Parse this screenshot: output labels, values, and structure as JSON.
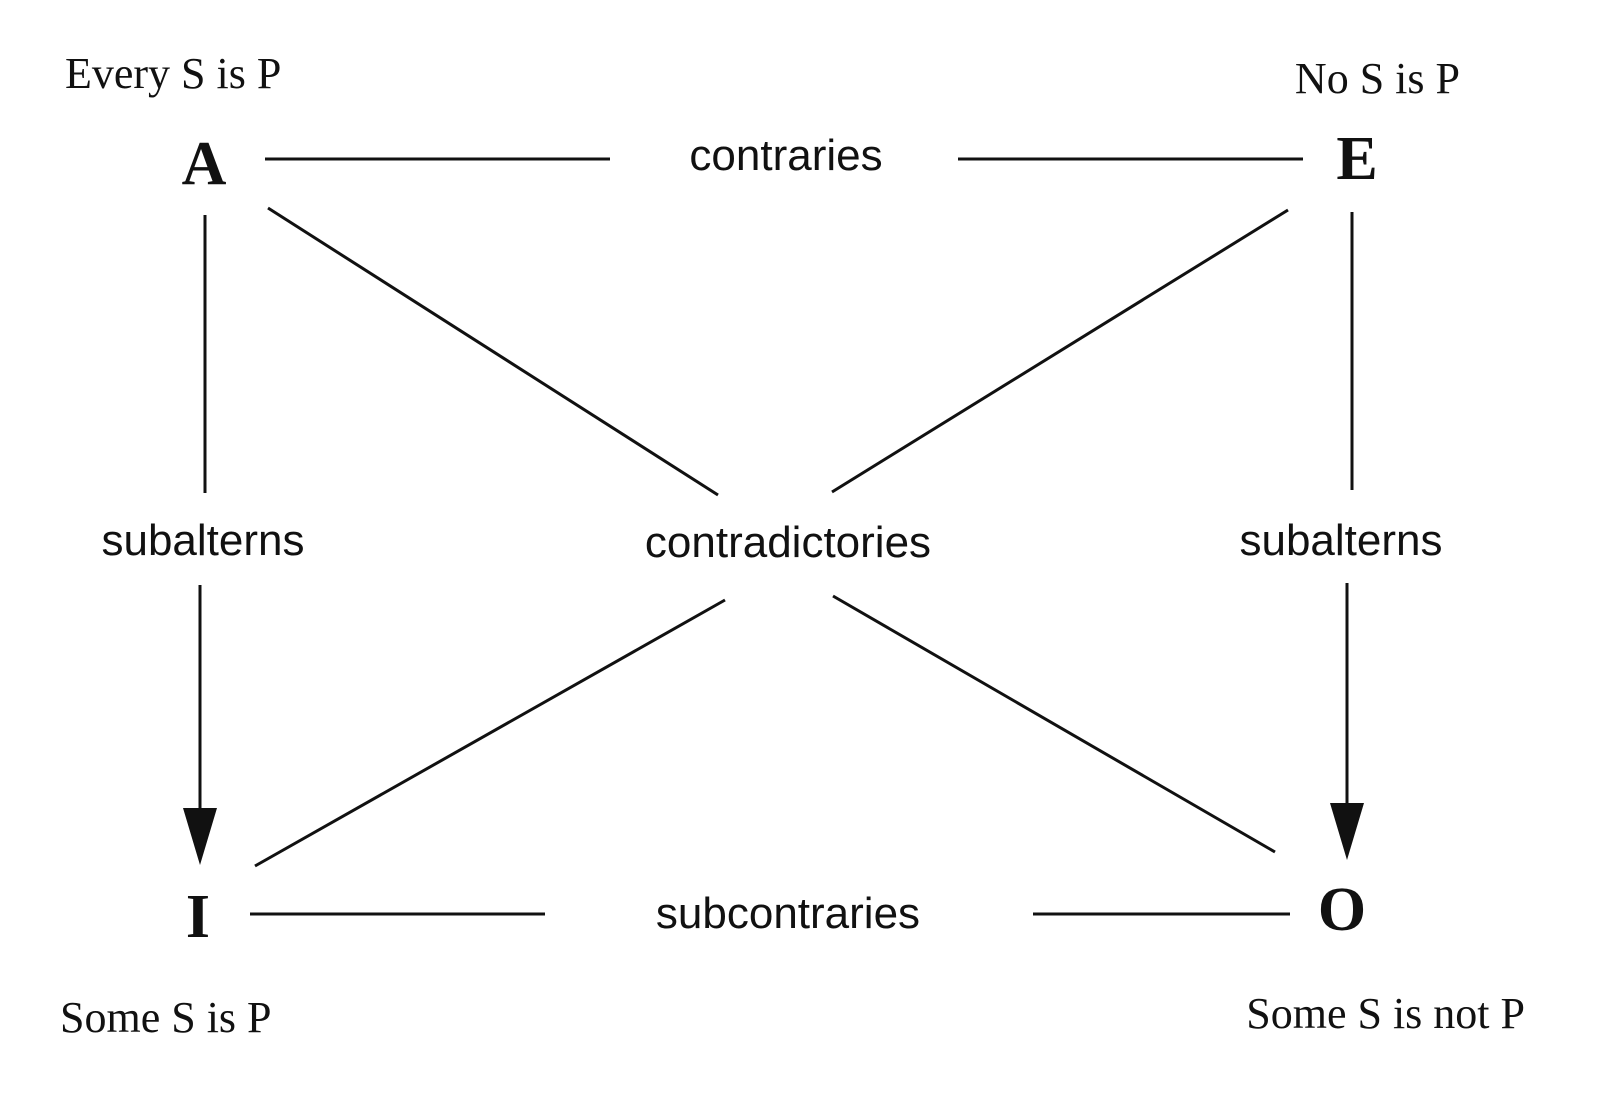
{
  "corners": {
    "a": {
      "letter": "A",
      "proposition": "Every S is P"
    },
    "e": {
      "letter": "E",
      "proposition": "No S is P"
    },
    "i": {
      "letter": "I",
      "proposition": "Some S is P"
    },
    "o": {
      "letter": "O",
      "proposition": "Some S is not P"
    }
  },
  "relations": {
    "top": "contraries",
    "bottom": "subcontraries",
    "center": "contradictories",
    "left": "subalterns",
    "right": "subalterns"
  },
  "colors": {
    "ink": "#111111",
    "background": "#ffffff"
  }
}
